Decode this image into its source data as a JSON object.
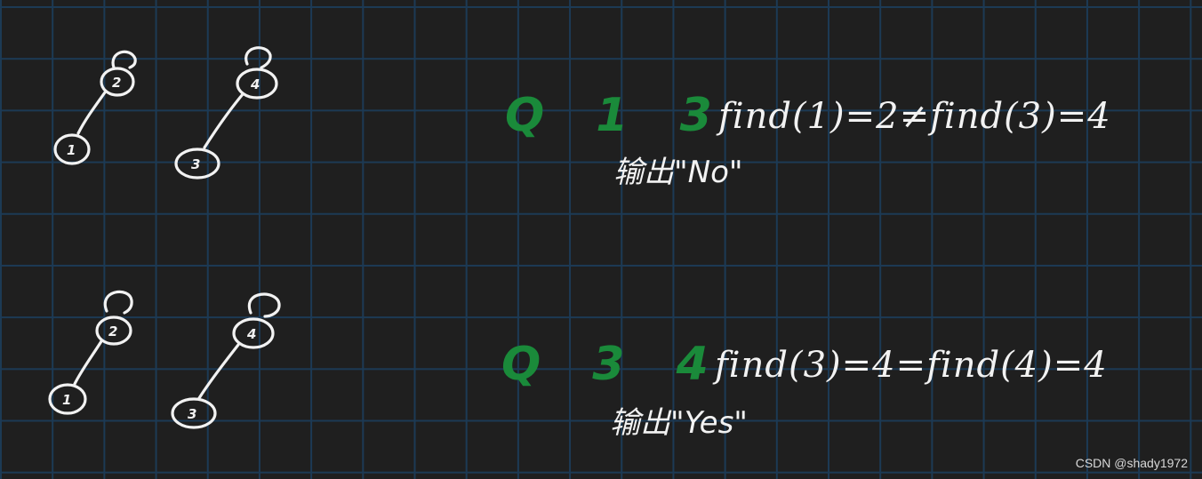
{
  "queries": [
    {
      "label": "Q 1 3",
      "expression": "find(1)=2≠find(3)=4",
      "output": "输出\"No\""
    },
    {
      "label": "Q 3 4",
      "expression": "find(3)=4=find(4)=4",
      "output": "输出\"Yes\""
    }
  ],
  "trees": {
    "top": [
      {
        "root": "2",
        "child": "1"
      },
      {
        "root": "4",
        "child": "3"
      }
    ],
    "bottom": [
      {
        "root": "2",
        "child": "1"
      },
      {
        "root": "4",
        "child": "3"
      }
    ]
  },
  "watermark": "CSDN @shady1972",
  "colors": {
    "background": "#1f1f1f",
    "grid": "#1c3a55",
    "ink": "#f2f2f2",
    "query_label": "#1a8a3a"
  }
}
